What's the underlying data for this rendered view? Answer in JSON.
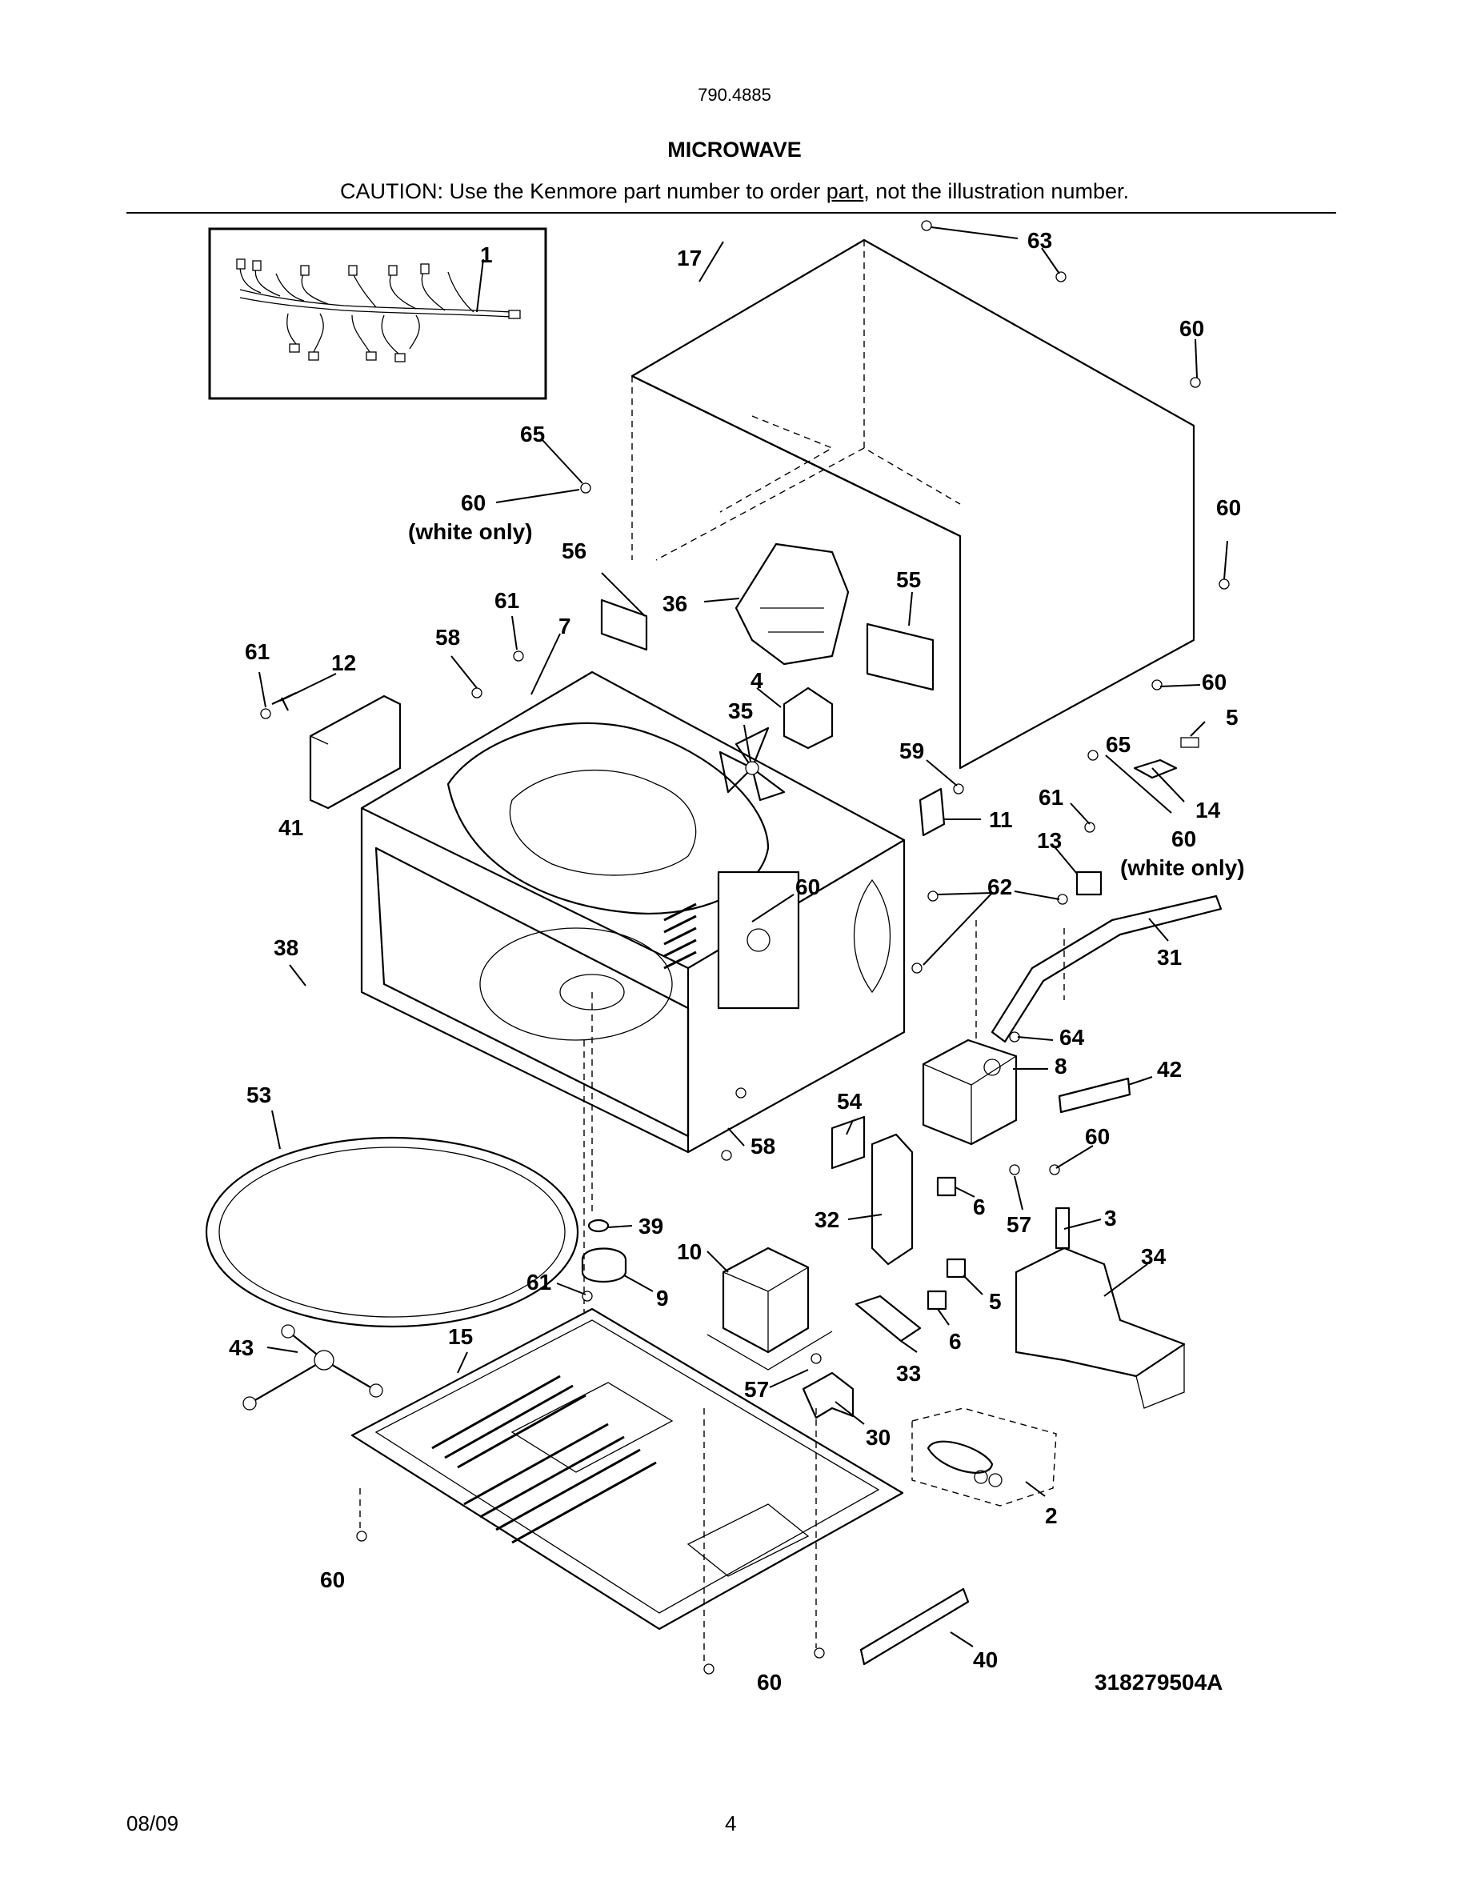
{
  "header": {
    "model_number": "790.4885",
    "title": "MICROWAVE",
    "caution_before": "CAUTION: Use the Kenmore part number to order ",
    "caution_underlined": "part",
    "caution_after": ", not the illustration number."
  },
  "diagram": {
    "drawing_number": "318279504A",
    "callouts": {
      "c1": "1",
      "c17": "17",
      "c63": "63",
      "c60_top_right": "60",
      "c65_left": "65",
      "c60_white_left": "60",
      "white_only_left": "(white only)",
      "c56": "56",
      "c36": "36",
      "c55": "55",
      "c60_right": "60",
      "c61_left": "61",
      "c12": "12",
      "c58_top": "58",
      "c61_mid": "61",
      "c7": "7",
      "c4": "4",
      "c35": "35",
      "c41": "41",
      "c59": "59",
      "c11": "11",
      "c60_side": "60",
      "c5_top": "5",
      "c65_right": "65",
      "c14": "14",
      "c61_right": "61",
      "c13": "13",
      "c60_white_right": "60",
      "white_only_right": "(white only)",
      "c60_mid": "60",
      "c62": "62",
      "c31": "31",
      "c38": "38",
      "c64": "64",
      "c8": "8",
      "c42": "42",
      "c53": "53",
      "c54": "54",
      "c58_mid": "58",
      "c60_lower": "60",
      "c3": "3",
      "c6_a": "6",
      "c57_right": "57",
      "c32": "32",
      "c39": "39",
      "c10": "10",
      "c34": "34",
      "c61_low": "61",
      "c9": "9",
      "c5_low": "5",
      "c43": "43",
      "c15": "15",
      "c6_b": "6",
      "c33": "33",
      "c57_low": "57",
      "c30": "30",
      "c2": "2",
      "c60_bottom_left": "60",
      "c40": "40",
      "c60_bottom": "60"
    }
  },
  "footer": {
    "date": "08/09",
    "page": "4"
  }
}
